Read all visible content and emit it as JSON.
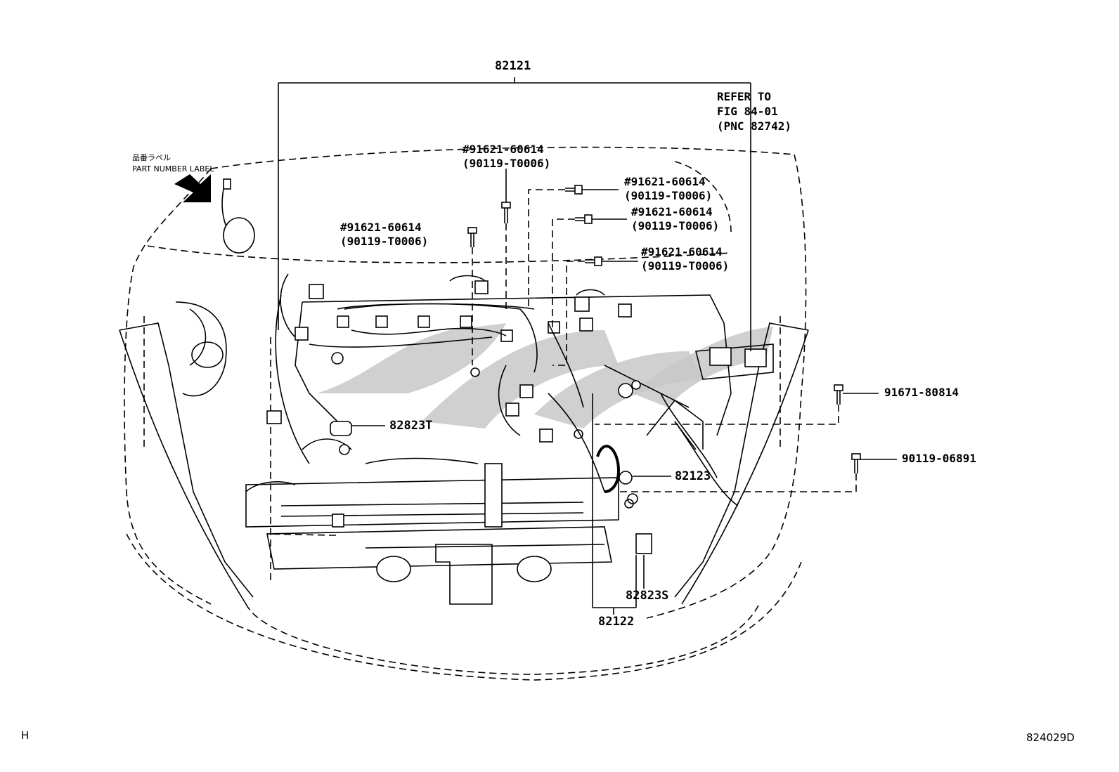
{
  "diagram": {
    "main_harness": "82121",
    "sub_harness": "82122",
    "refer": {
      "line1": "REFER TO",
      "line2": "FIG 84-01",
      "line3": "(PNC 82742)"
    },
    "part_label": {
      "jp": "品番ラベル",
      "en": "PART NUMBER LABEL"
    },
    "bolts": [
      {
        "primary": "#91621-60614",
        "alternate": "(90119-T0006)"
      },
      {
        "primary": "#91621-60614",
        "alternate": "(90119-T0006)"
      },
      {
        "primary": "#91621-60614",
        "alternate": "(90119-T0006)"
      },
      {
        "primary": "#91621-60614",
        "alternate": "(90119-T0006)"
      },
      {
        "primary": "#91621-60614",
        "alternate": "(90119-T0006)"
      }
    ],
    "parts": {
      "p91671": "91671-80814",
      "p90119": "90119-06891",
      "p82823t": "82823T",
      "p82123": "82123",
      "p82823s": "82823S"
    },
    "footer": {
      "left": "H",
      "right": "824029D"
    }
  }
}
